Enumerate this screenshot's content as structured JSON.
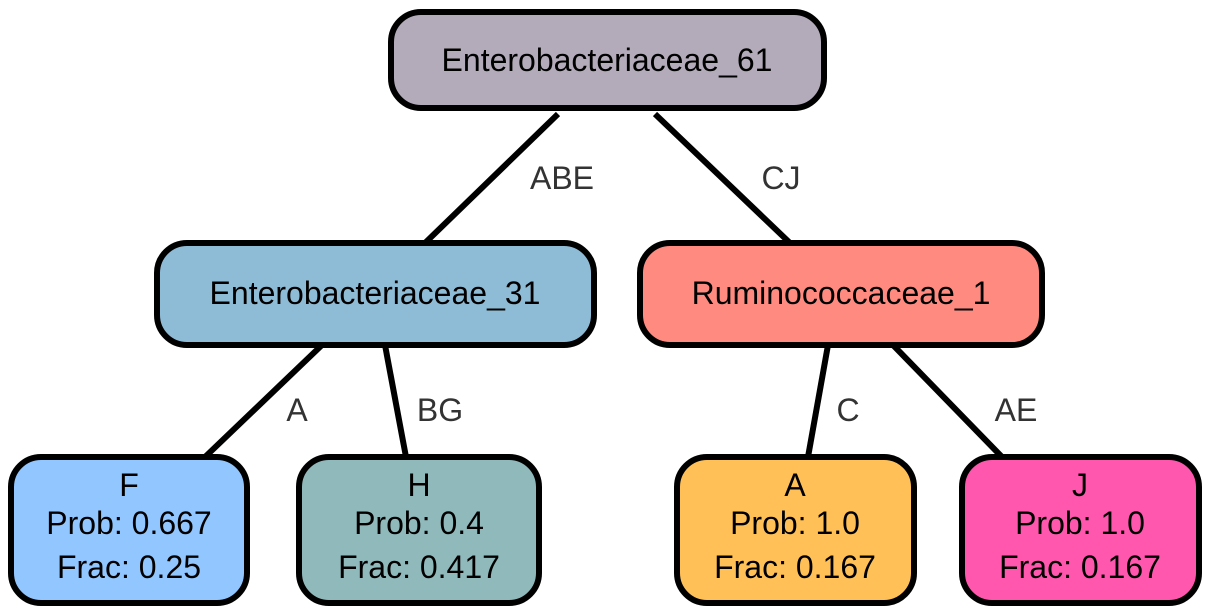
{
  "tree": {
    "nodes": {
      "root": {
        "label": "Enterobacteriaceae_61",
        "color": "#b3abb9"
      },
      "left": {
        "label": "Enterobacteriaceae_31",
        "color": "#8ebcd6"
      },
      "right": {
        "label": "Ruminococcaceae_1",
        "color": "#ff8a80"
      },
      "leaf_f": {
        "name": "F",
        "prob": "Prob: 0.667",
        "frac": "Frac: 0.25",
        "color": "#91c6ff"
      },
      "leaf_h": {
        "name": "H",
        "prob": "Prob: 0.4",
        "frac": "Frac: 0.417",
        "color": "#8fb9bb"
      },
      "leaf_a": {
        "name": "A",
        "prob": "Prob: 1.0",
        "frac": "Frac: 0.167",
        "color": "#ffc157"
      },
      "leaf_j": {
        "name": "J",
        "prob": "Prob: 1.0",
        "frac": "Frac: 0.167",
        "color": "#ff57ae"
      }
    },
    "edges": {
      "root_left": "ABE",
      "root_right": "CJ",
      "left_f": "A",
      "left_h": "BG",
      "right_a": "C",
      "right_j": "AE"
    }
  }
}
